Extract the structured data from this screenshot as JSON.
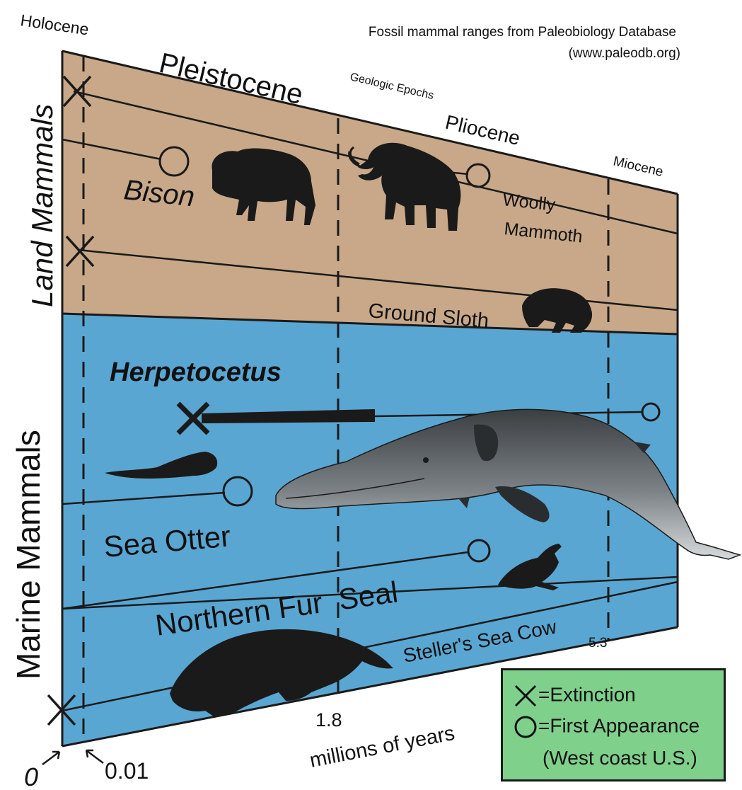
{
  "header": {
    "source_line1": "Fossil mammal ranges from Paleobiology Database",
    "source_line2": "(www.paleodb.org)"
  },
  "epochs": {
    "holocene": "Holocene",
    "pleistocene": "Pleistocene",
    "geologic_epochs": "Geologic Epochs",
    "pliocene": "Pliocene",
    "miocene": "Miocene"
  },
  "groups": {
    "land": "Land Mammals",
    "marine": "Marine Mammals"
  },
  "taxa": {
    "bison": "Bison",
    "woolly_1": "Woolly",
    "woolly_2": "Mammoth",
    "ground_sloth": "Ground Sloth",
    "herpetocetus": "Herpetocetus",
    "sea_otter": "Sea Otter",
    "fur_seal": "Northern Fur  Seal",
    "sea_cow": "Steller's Sea Cow"
  },
  "axis": {
    "tick_0": "0",
    "tick_001": "0.01",
    "tick_18": "1.8",
    "tick_53": "5.3",
    "unit": "millions of years"
  },
  "legend": {
    "extinction": "=Extinction",
    "first_appearance": "=First Appearance",
    "region": "(West coast U.S.)"
  },
  "colors": {
    "land": "#c8a888",
    "marine": "#5aa6d2",
    "legend": "#7fd08a",
    "ink": "#1a1a1a"
  }
}
